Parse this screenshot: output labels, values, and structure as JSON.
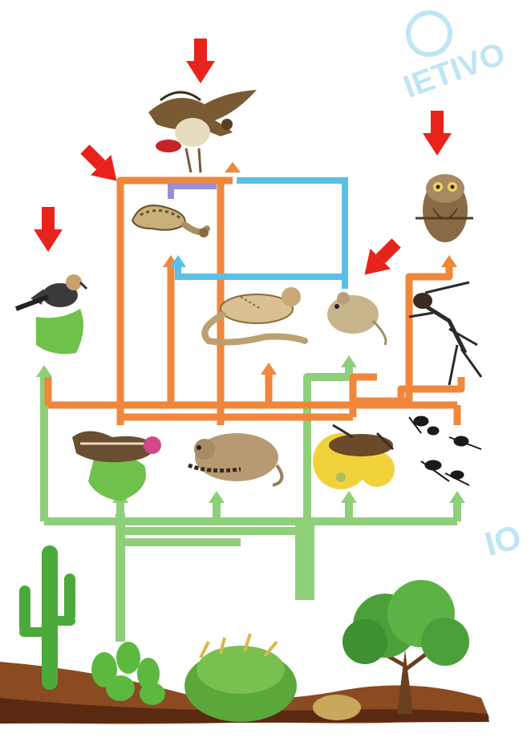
{
  "watermark": {
    "text_top": "IETIVO",
    "text_bottom": "IO",
    "color": "#bfe6f2"
  },
  "colors": {
    "producer_flow": "#8fcf7a",
    "consumer_flow": "#f0873a",
    "predator_flow": "#5bbfe6",
    "snake_flow": "#9b8fd6",
    "marker_arrow": "#e8231c",
    "soil": "#7a3e1c",
    "plant_green": "#4caa3a"
  },
  "organisms": {
    "top_consumers": [
      "hawk",
      "owl",
      "snake",
      "woodpecker",
      "mouse"
    ],
    "mid_consumers": [
      "lizard",
      "scorpion",
      "ground-squirrel",
      "kangaroo-rat",
      "insect",
      "ants"
    ],
    "producers": [
      "saguaro-cactus",
      "prickly-pear-cactus",
      "shrub",
      "small-bush",
      "tree"
    ]
  },
  "markers": {
    "count": 5,
    "marked": [
      "hawk",
      "snake",
      "woodpecker",
      "owl",
      "mouse"
    ]
  }
}
